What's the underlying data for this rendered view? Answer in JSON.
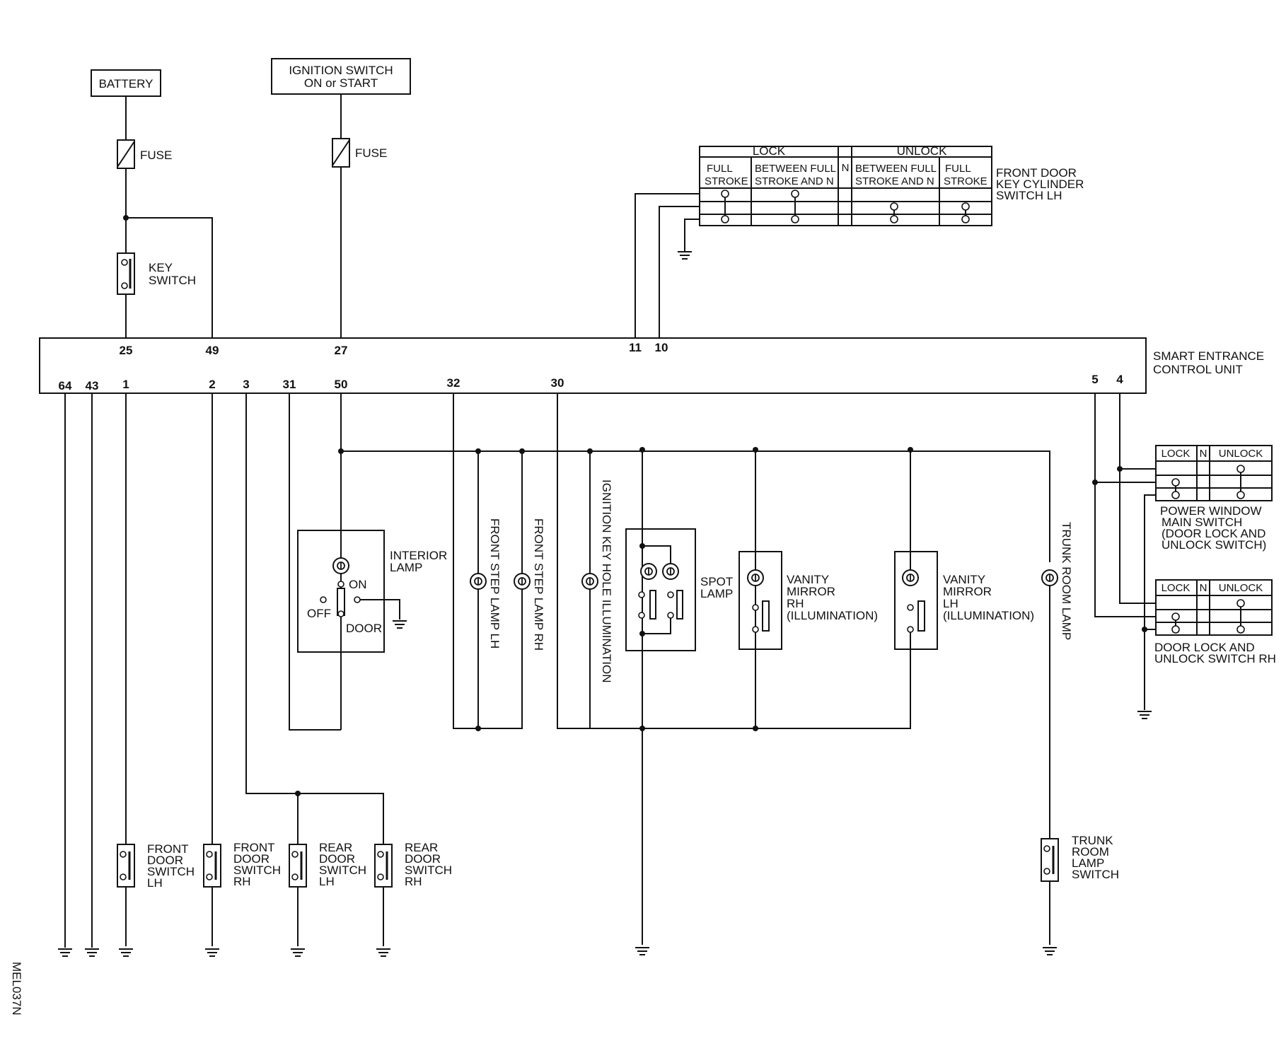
{
  "labels": {
    "battery": "BATTERY",
    "ignition_line1": "IGNITION SWITCH",
    "ignition_line2": "ON or START",
    "fuse1": "FUSE",
    "fuse2": "FUSE",
    "key_switch_line1": "KEY",
    "key_switch_line2": "SWITCH",
    "control_unit_line1": "SMART ENTRANCE",
    "control_unit_line2": "CONTROL UNIT",
    "key_cyl_line1": "FRONT DOOR",
    "key_cyl_line2": "KEY CYLINDER",
    "key_cyl_line3": "SWITCH LH",
    "interior_lamp_line1": "INTERIOR",
    "interior_lamp_line2": "LAMP",
    "switch_on": "ON",
    "switch_off": "OFF",
    "switch_door": "DOOR",
    "front_step_lh": "FRONT STEP LAMP LH",
    "front_step_rh": "FRONT STEP LAMP RH",
    "ign_key_hole": "IGNITION KEY HOLE ILLUMINATION",
    "spot_line1": "SPOT",
    "spot_line2": "LAMP",
    "vanity_rh_line1": "VANITY",
    "vanity_rh_line2": "MIRROR",
    "vanity_rh_line3": "RH",
    "vanity_rh_line4": "(ILLUMINATION)",
    "vanity_lh_line1": "VANITY",
    "vanity_lh_line2": "MIRROR",
    "vanity_lh_line3": "LH",
    "vanity_lh_line4": "(ILLUMINATION)",
    "trunk_room_lamp": "TRUNK ROOM LAMP",
    "pw_line1": "POWER WINDOW",
    "pw_line2": "MAIN SWITCH",
    "pw_line3": "(DOOR LOCK AND",
    "pw_line4": "UNLOCK SWITCH)",
    "dl_line1": "DOOR LOCK AND",
    "dl_line2": "UNLOCK SWITCH RH",
    "fds_lh": [
      "FRONT",
      "DOOR",
      "SWITCH",
      "LH"
    ],
    "fds_rh": [
      "FRONT",
      "DOOR",
      "SWITCH",
      "RH"
    ],
    "rds_lh": [
      "REAR",
      "DOOR",
      "SWITCH",
      "LH"
    ],
    "rds_rh": [
      "REAR",
      "DOOR",
      "SWITCH",
      "RH"
    ],
    "trunk_sw": [
      "TRUNK",
      "ROOM",
      "LAMP",
      "SWITCH"
    ],
    "diagram_code": "MEL037N"
  },
  "key_cylinder_table": {
    "lock": "LOCK",
    "unlock": "UNLOCK",
    "n": "N",
    "full1": "FULL",
    "stroke1": "STROKE",
    "between1": "BETWEEN FULL",
    "strokeandn1": "STROKE AND N",
    "between2": "BETWEEN FULL",
    "strokeandn2": "STROKE AND N",
    "full2": "FULL",
    "stroke2": "STROKE"
  },
  "switch_tables": {
    "pw_lock": "LOCK",
    "pw_n": "N",
    "pw_unlock": "UNLOCK",
    "dl_lock": "LOCK",
    "dl_n": "N",
    "dl_unlock": "UNLOCK"
  },
  "pins_top": [
    "25",
    "49",
    "27",
    "11",
    "10"
  ],
  "pins_bottom": [
    "64",
    "43",
    "1",
    "2",
    "3",
    "31",
    "50",
    "32",
    "30",
    "5",
    "4"
  ]
}
